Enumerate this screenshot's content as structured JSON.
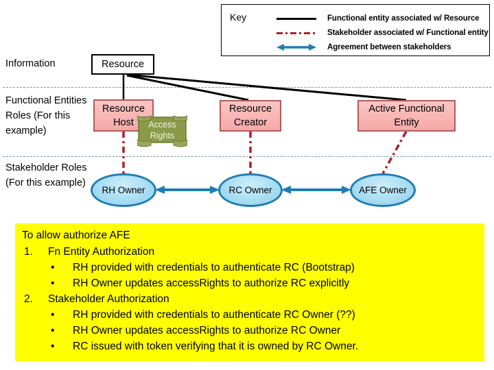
{
  "key": {
    "title": "Key",
    "entries": [
      {
        "icon": "solid-line-swatch",
        "label": "Functional entity associated  w/ Resource"
      },
      {
        "icon": "dash-dot-line-swatch",
        "label": "Stakeholder associated  w/ Functional entity"
      },
      {
        "icon": "double-arrow-swatch",
        "label": "Agreement  between stakeholders"
      }
    ]
  },
  "bands": [
    {
      "label": "Information"
    },
    {
      "label": "Functional Entities Roles (For this example)"
    },
    {
      "label": "Stakeholder Roles (For this example)"
    }
  ],
  "nodes": {
    "resource": "Resource",
    "resource_host": "Resource Host",
    "access_rights": "Access Rights",
    "resource_creator": "Resource Creator",
    "active_functional_entity": "Active Functional Entity",
    "rh_owner": "RH Owner",
    "rc_owner": "RC Owner",
    "afe_owner": "AFE Owner"
  },
  "notes": {
    "heading": "To allow authorize AFE",
    "items": [
      {
        "marker": "1.",
        "text": "Fn Entity Authorization",
        "bullets": [
          {
            "marker": "•",
            "text": "RH provided with credentials to authenticate RC (Bootstrap)"
          },
          {
            "marker": "•",
            "text": "RH Owner updates accessRights to authorize RC explicitly"
          }
        ]
      },
      {
        "marker": "2.",
        "text": "Stakeholder Authorization",
        "bullets": [
          {
            "marker": "•",
            "text": "RH provided with credentials to authenticate RC Owner (??)"
          },
          {
            "marker": "•",
            "text": "RH Owner updates accessRights to authorize RC Owner"
          },
          {
            "marker": "•",
            "text": "RC issued with token verifying that it is owned by RC Owner."
          }
        ]
      }
    ]
  },
  "colors": {
    "functional_link": "#000000",
    "stakeholder_link": "#b01c2e",
    "agreement_arrow": "#1f7cb4",
    "band_separator": "#7593a8",
    "pink_fill": "#f7b4b2",
    "pink_border": "#b05b5b",
    "ellipse_fill": "#a6dcf2",
    "ellipse_border": "#1f7cb4",
    "access_rights_fill": "#8a9a49",
    "notes_background": "#ffff00"
  }
}
